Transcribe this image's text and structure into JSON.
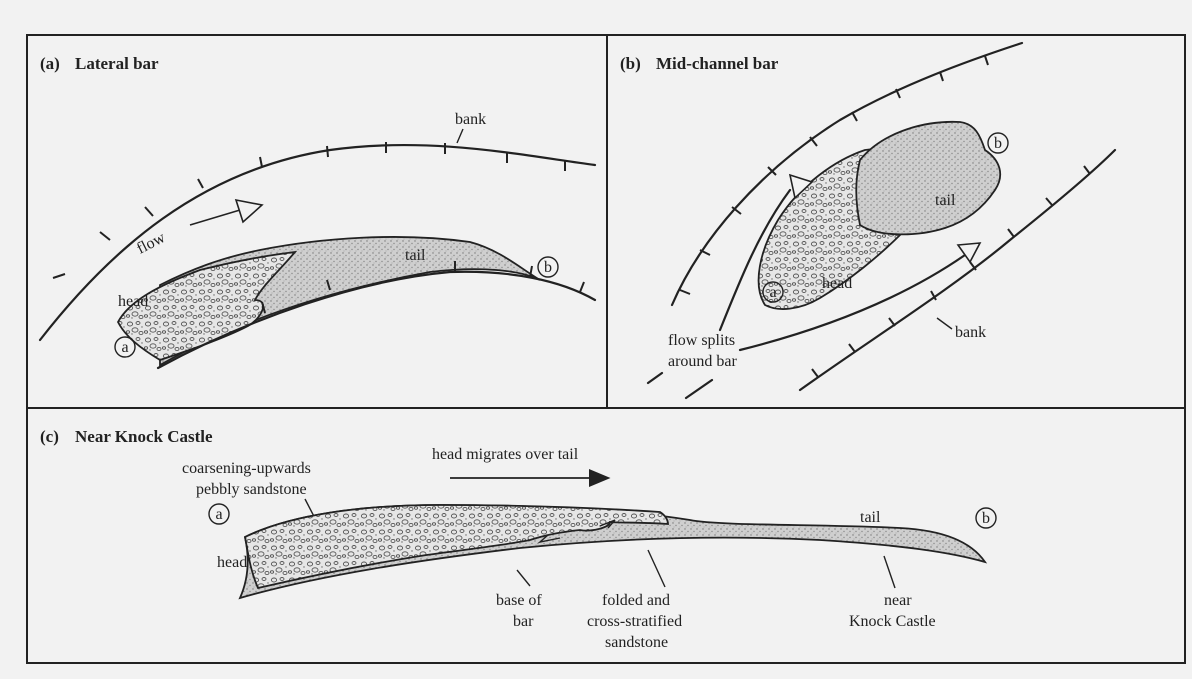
{
  "panels": {
    "a": {
      "letter": "(a)",
      "title": "Lateral bar",
      "labels": {
        "bank": "bank",
        "flow": "flow",
        "tail": "tail",
        "head": "head",
        "end_a": "a",
        "end_b": "b"
      }
    },
    "b": {
      "letter": "(b)",
      "title": "Mid-channel bar",
      "labels": {
        "tail": "tail",
        "head": "head",
        "bank": "bank",
        "end_a": "a",
        "end_b": "b",
        "flow_line1": "flow splits",
        "flow_line2": "around bar"
      }
    },
    "c": {
      "letter": "(c)",
      "title": "Near Knock Castle",
      "labels": {
        "head_migrates": "head migrates over tail",
        "coarsening_line1": "coarsening-upwards",
        "coarsening_line2": "pebbly sandstone",
        "head": "head",
        "tail": "tail",
        "end_a": "a",
        "end_b": "b",
        "base_line1": "base of",
        "base_line2": "bar",
        "folded_line1": "folded and",
        "folded_line2": "cross-stratified",
        "folded_line3": "sandstone",
        "near_line1": "near",
        "near_line2": "Knock Castle"
      }
    }
  },
  "colors": {
    "ink": "#222222",
    "paper": "#f2f2f2",
    "sand_fill": "#c9c9c9"
  }
}
